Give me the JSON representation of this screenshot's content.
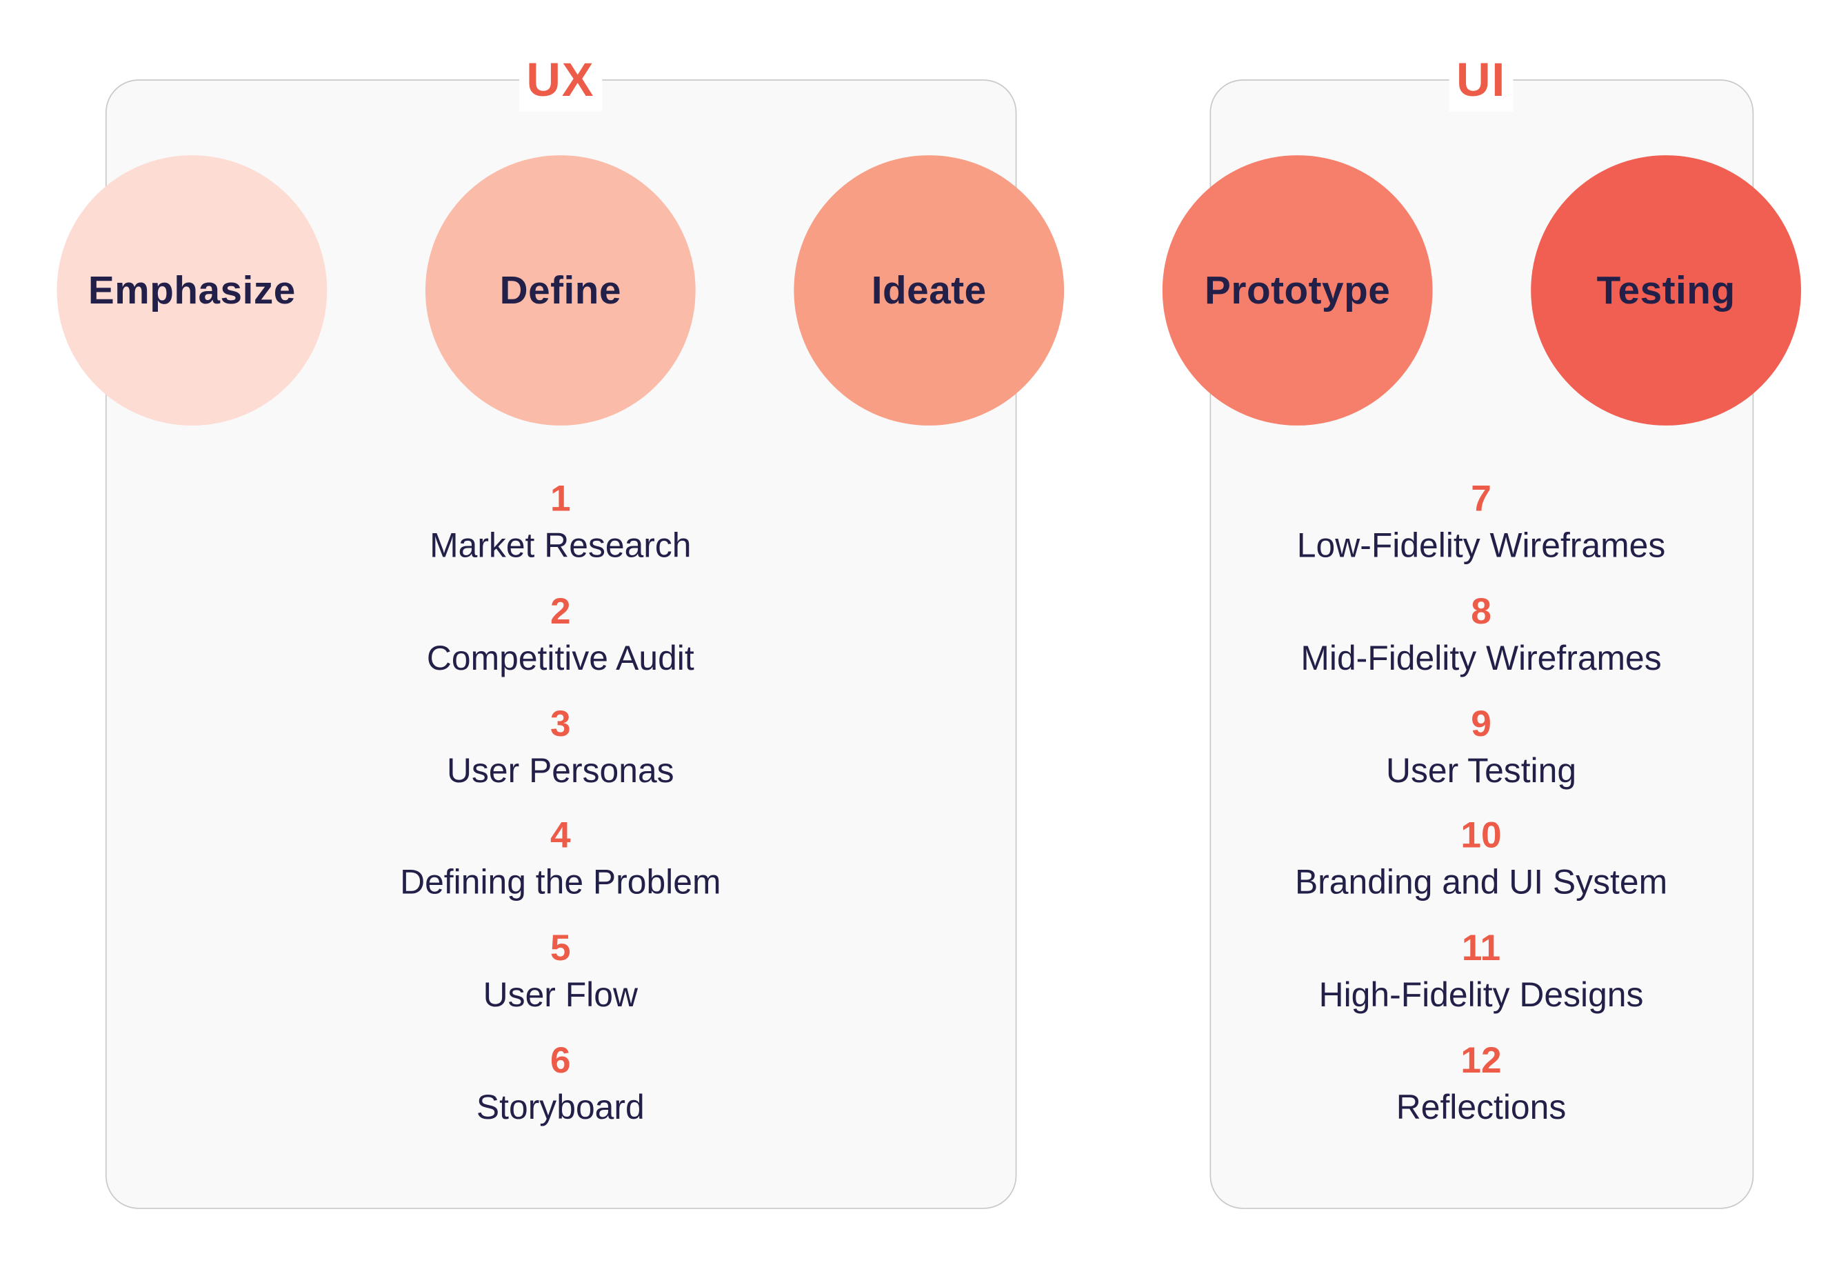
{
  "groups": [
    {
      "title": "UX",
      "steps": [
        {
          "number": "1",
          "label": "Market Research"
        },
        {
          "number": "2",
          "label": "Competitive Audit"
        },
        {
          "number": "3",
          "label": "User Personas"
        },
        {
          "number": "4",
          "label": "Defining the Problem"
        },
        {
          "number": "5",
          "label": "User Flow"
        },
        {
          "number": "6",
          "label": "Storyboard"
        }
      ]
    },
    {
      "title": "UI",
      "steps": [
        {
          "number": "7",
          "label": "Low-Fidelity Wireframes"
        },
        {
          "number": "8",
          "label": "Mid-Fidelity Wireframes"
        },
        {
          "number": "9",
          "label": "User Testing"
        },
        {
          "number": "10",
          "label": "Branding and UI System"
        },
        {
          "number": "11",
          "label": "High-Fidelity Designs"
        },
        {
          "number": "12",
          "label": "Reflections"
        }
      ]
    }
  ],
  "stages": [
    {
      "label": "Emphasize",
      "color": "#fddcd3"
    },
    {
      "label": "Define",
      "color": "#fabca8"
    },
    {
      "label": "Ideate",
      "color": "#f89e85"
    },
    {
      "label": "Prototype",
      "color": "#f57f6a"
    },
    {
      "label": "Testing",
      "color": "#f05f51"
    }
  ],
  "colors": {
    "accent": "#ec5c48",
    "text": "#222048",
    "panel_background": "#f9f9f9",
    "panel_border": "#c9c9c9"
  }
}
